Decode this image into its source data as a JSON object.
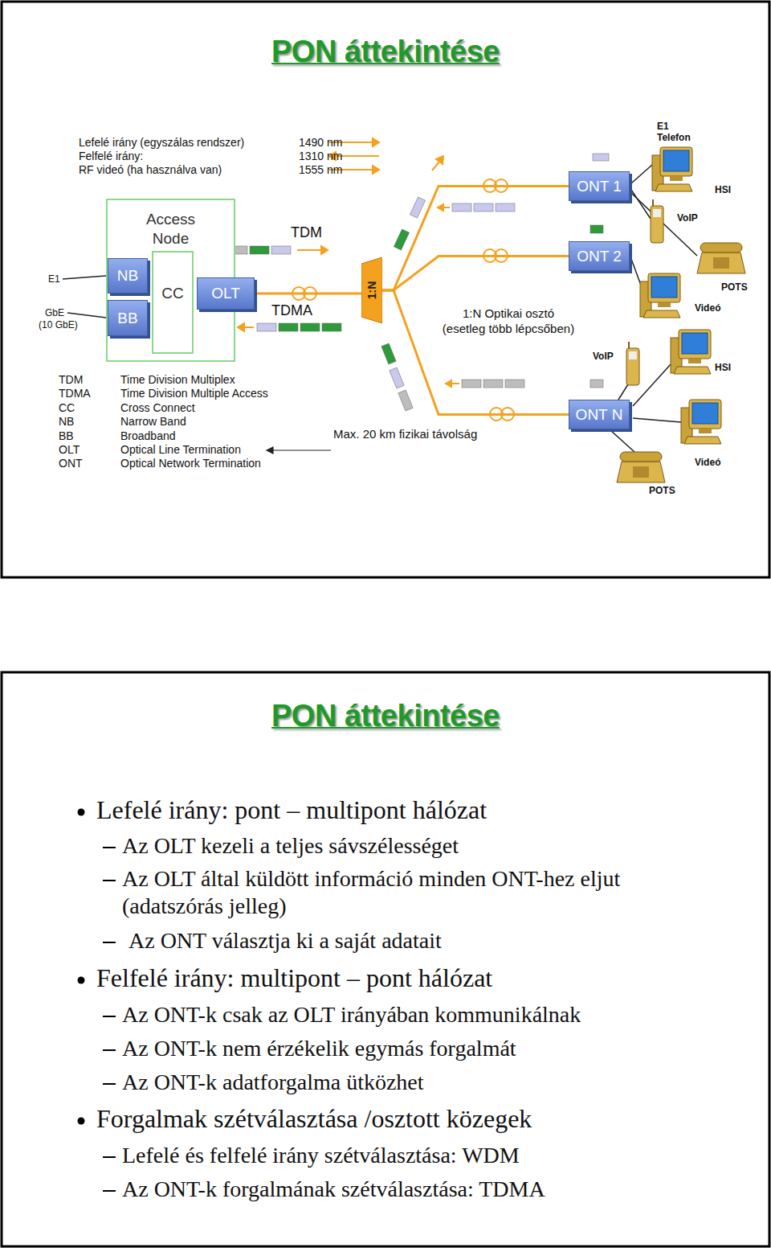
{
  "diagram": {
    "title": "PON áttekintése",
    "nodes": [
      {
        "text": [
          "Access Node"
        ]
      },
      {
        "text": [
          "NB"
        ],
        "in": 0
      },
      {
        "text": [
          "BB"
        ],
        "in": 0
      },
      {
        "text": [
          "CC"
        ],
        "in": 0
      },
      {
        "text": [
          "OLT"
        ],
        "in": 0
      },
      {
        "text": [
          "1:N"
        ]
      },
      {
        "text": [
          "ONT 1"
        ]
      },
      {
        "text": [
          "ONT 2"
        ]
      },
      {
        "text": [
          "ONT N"
        ]
      }
    ],
    "edges": [
      {
        "from": 1,
        "to": 3,
        "arrow": "none"
      },
      {
        "from": 2,
        "to": 3,
        "arrow": "none"
      },
      {
        "from": 3,
        "to": 4,
        "arrow": "none"
      },
      {
        "from": 4,
        "to": 5,
        "arrow": "none"
      },
      {
        "from": 5,
        "to": 6,
        "arrow": "none"
      },
      {
        "from": 5,
        "to": 7,
        "arrow": "none"
      },
      {
        "from": 5,
        "to": 8,
        "arrow": "none"
      }
    ],
    "labels": [
      "Lefelé irány (egyszálas rendszer)",
      "1490 nm",
      "Felfelé irány:",
      "1310 nm",
      "RF videó (ha használva van)",
      "1555 nm",
      "E1",
      "GbE",
      "(10 GbE)",
      "TDM",
      "TDMA",
      "1:N Optikai osztó",
      "(esetleg több lépcsőben)",
      "E1",
      "Telefon",
      "HSI",
      "VoIP",
      "POTS",
      "Videó",
      "VoIP",
      "HSI",
      "Videó",
      "POTS",
      "Max. 20 km fizikai távolság",
      "TDM",
      "Time Division Multiplex",
      "TDMA",
      "Time Division Multiple Access",
      "CC",
      "Cross Connect",
      "NB",
      "Narrow Band",
      "BB",
      "Broadband",
      "OLT",
      "Optical Line Termination",
      "ONT",
      "Optical Network Termination",
      "PON áttekintése",
      "Lefelé irány: pont – multipont hálózat",
      "Az OLT kezeli a teljes sávszélességet",
      "Az OLT által küldött információ minden ONT-hez eljut (adatszórás jelleg)",
      "Az ONT választja ki a saját adatait",
      "Felfelé irány: multipont – pont hálózat",
      "Az ONT-k csak az OLT irányában kommunikálnak",
      "Az ONT-k nem érzékelik egymás forgalmát",
      "Az ONT-k adatforgalma ütközhet",
      "Forgalmak szétválasztása /osztott közegek",
      "Lefelé és felfelé irány szétválasztása: WDM",
      "Az ONT-k forgalmának szétválasztása: TDMA"
    ]
  }
}
